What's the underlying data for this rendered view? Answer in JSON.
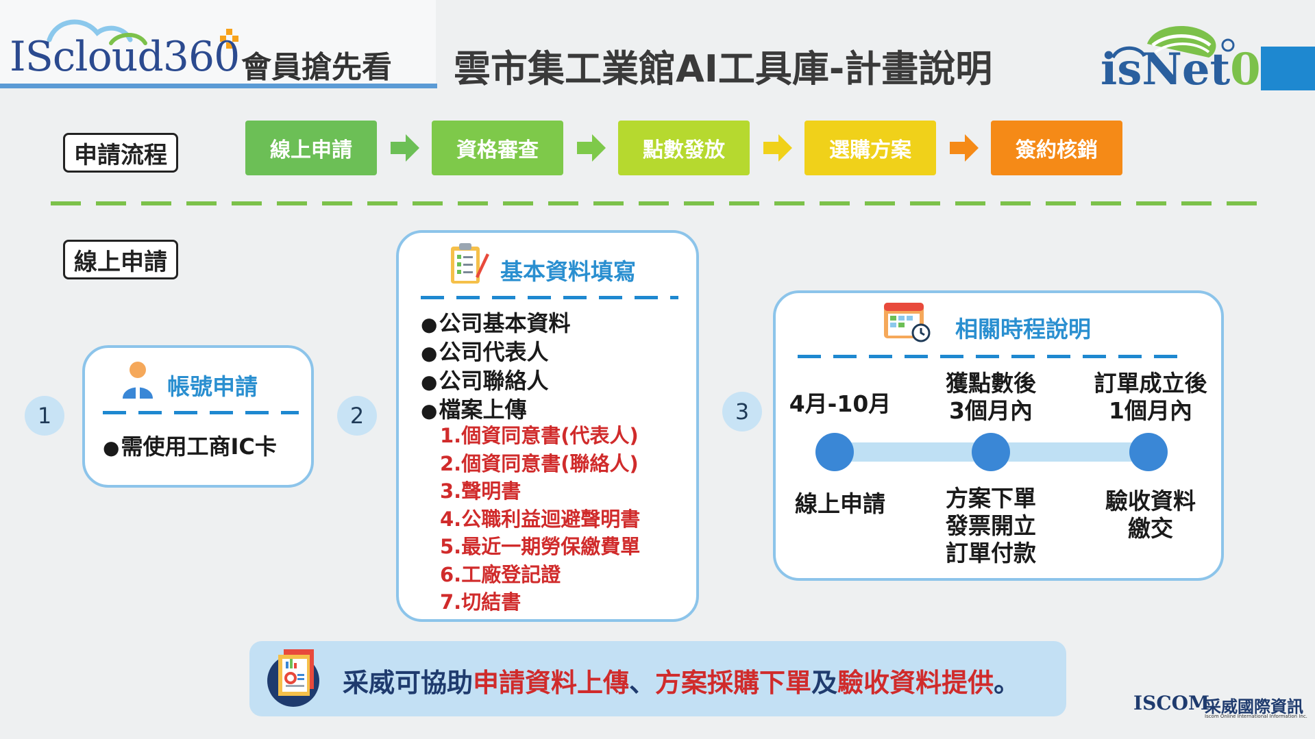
{
  "header": {
    "logo_text": "IScloud360",
    "logo_sub": "會員搶先看",
    "title": "雲市集工業館AI工具庫-計畫說明",
    "isnet_main": "isNet",
    "isnet_o": "0"
  },
  "process": {
    "label": "申請流程",
    "steps": [
      {
        "label": "線上申請",
        "color": "#6cbf56"
      },
      {
        "label": "資格審查",
        "color": "#7ec94a"
      },
      {
        "label": "點數發放",
        "color": "#b6d92f"
      },
      {
        "label": "選購方案",
        "color": "#f0d11a"
      },
      {
        "label": "簽約核銷",
        "color": "#f58a17"
      }
    ]
  },
  "online": {
    "label": "線上申請"
  },
  "account": {
    "num": "1",
    "title": "帳號申請",
    "item": "需使用工商IC卡"
  },
  "basic": {
    "num": "2",
    "title": "基本資料填寫",
    "items": [
      "公司基本資料",
      "公司代表人",
      "公司聯絡人",
      "檔案上傳"
    ],
    "files": [
      "1.個資同意書(代表人)",
      "2.個資同意書(聯絡人)",
      "3.聲明書",
      "4.公職利益迴避聲明書",
      "5.最近一期勞保繳費單",
      "6.工廠登記證",
      "7.切結書"
    ]
  },
  "timeline": {
    "num": "3",
    "title": "相關時程說明",
    "top": [
      "4月-10月",
      "獲點數後\n3個月內",
      "訂單成立後\n1個月內"
    ],
    "bottom": [
      "線上申請",
      "方案下單\n發票開立\n訂單付款",
      "驗收資料\n繳交"
    ]
  },
  "note": {
    "p1": "采威可協助",
    "h1": "申請資料上傳",
    "p2": "、",
    "h2": "方案採購下單",
    "p3": "及",
    "h3": "驗收資料提供",
    "p4": "。"
  },
  "footer": {
    "iscom": "ISCOM",
    "company_zh": "采威國際資訊",
    "company_en": "Iscom Online International Information Inc."
  },
  "colors": {
    "accent_blue": "#1e88d0",
    "panel_border": "#8cc4ea",
    "highlight_red": "#d02b2b",
    "dash_green": "#7cc14a"
  }
}
